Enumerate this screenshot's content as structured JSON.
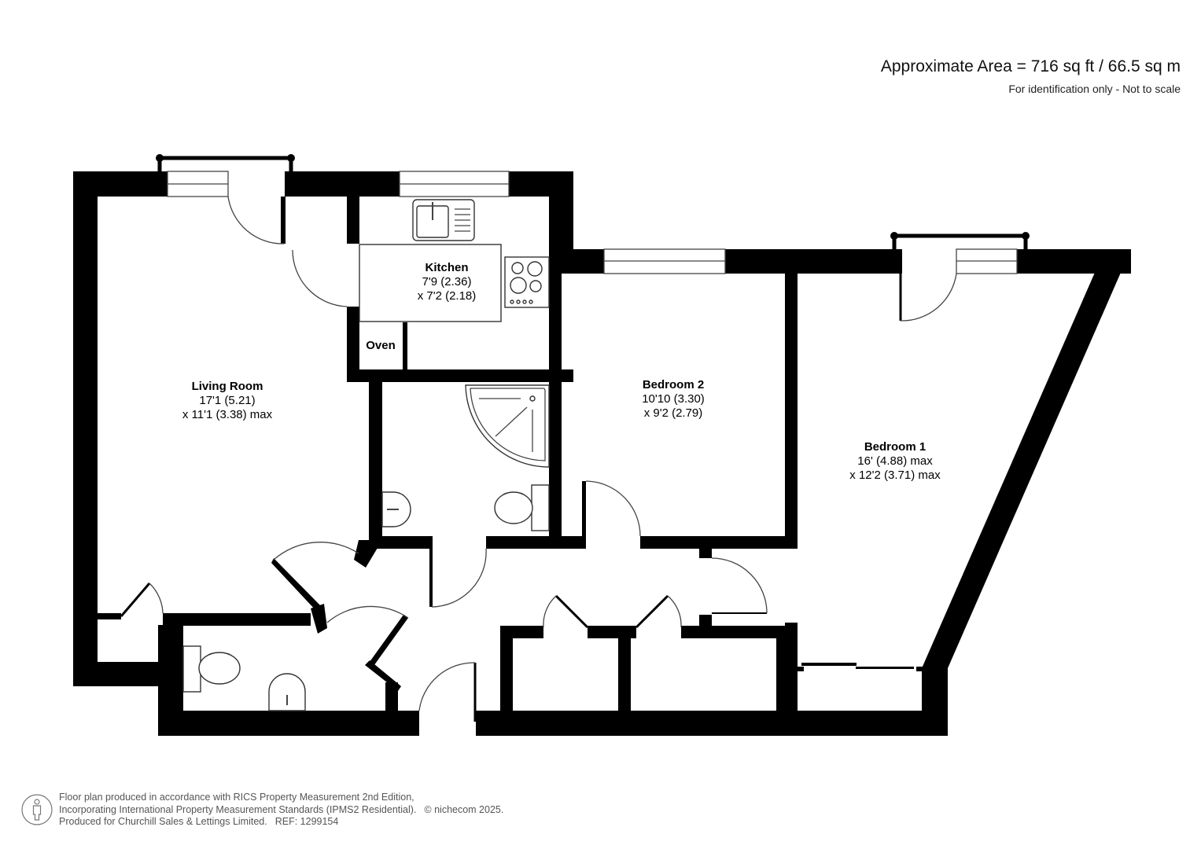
{
  "header": {
    "area": "Approximate Area = 716 sq ft / 66.5 sq m",
    "disclaimer": "For identification only - Not to scale"
  },
  "rooms": {
    "living_room": {
      "name": "Living Room",
      "dim1": "17'1 (5.21)",
      "dim2": "x 11'1 (3.38) max"
    },
    "kitchen": {
      "name": "Kitchen",
      "dim1": "7'9 (2.36)",
      "dim2": "x 7'2 (2.18)"
    },
    "oven": {
      "name": "Oven"
    },
    "bedroom_2": {
      "name": "Bedroom 2",
      "dim1": "10'10 (3.30)",
      "dim2": "x 9'2 (2.79)"
    },
    "bedroom_1": {
      "name": "Bedroom 1",
      "dim1": "16' (4.88) max",
      "dim2": "x 12'2 (3.71) max"
    }
  },
  "footer": {
    "line1": "Floor plan produced in accordance with RICS Property Measurement 2nd Edition,",
    "line2": "Incorporating International Property Measurement Standards (IPMS2 Residential).",
    "copyright": "© nichecom 2025.",
    "line3": "Produced for Churchill Sales & Lettings Limited.",
    "ref": "REF: 1299154",
    "icon": "person-icon"
  },
  "colors": {
    "wall": "#000000",
    "background": "#ffffff",
    "line": "#444444",
    "footer_text": "#555555"
  }
}
